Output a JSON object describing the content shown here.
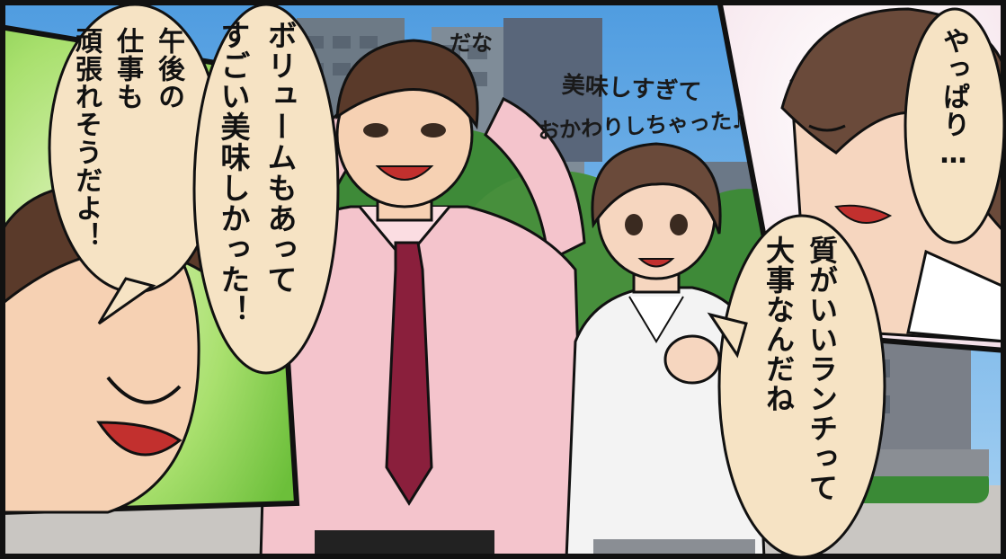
{
  "scene": "manga-panel",
  "colors": {
    "sky": "#5aa6e6",
    "speech_bubble": "#f6e3c4",
    "border": "#111111",
    "shirt_pink": "#f4c4cc",
    "tie": "#8a1f3c",
    "hair": "#5a3a2a",
    "foliage": "#3f8a3a"
  },
  "bubbles": {
    "left_man": "午後の\n仕事も\n頑張れそうだよ！",
    "center_man": "ボリュームもあって\nすごい美味しかった！",
    "right_woman": "やっぱり…",
    "center_woman": "質がいいランチって\n大事なんだね"
  },
  "sfx": {
    "dana": "だな",
    "delicious": "美味しすぎて",
    "seconds": "おかわりしちゃった♪"
  }
}
